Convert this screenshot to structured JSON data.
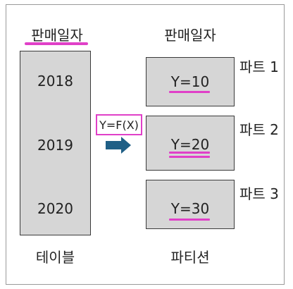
{
  "table": {
    "header": "판매일자",
    "years": [
      "2018",
      "2019",
      "2020"
    ],
    "caption": "테이블"
  },
  "function": {
    "label": "Y=F(X)"
  },
  "partitions": {
    "header": "판매일자",
    "parts": [
      {
        "label": "파트 1",
        "value": "Y=10"
      },
      {
        "label": "파트 2",
        "value": "Y=20"
      },
      {
        "label": "파트 3",
        "value": "Y=30"
      }
    ],
    "caption": "파티션"
  },
  "colors": {
    "highlight": "#e040c8",
    "box_fill": "#d6d6d6",
    "arrow": "#1f5f86"
  }
}
